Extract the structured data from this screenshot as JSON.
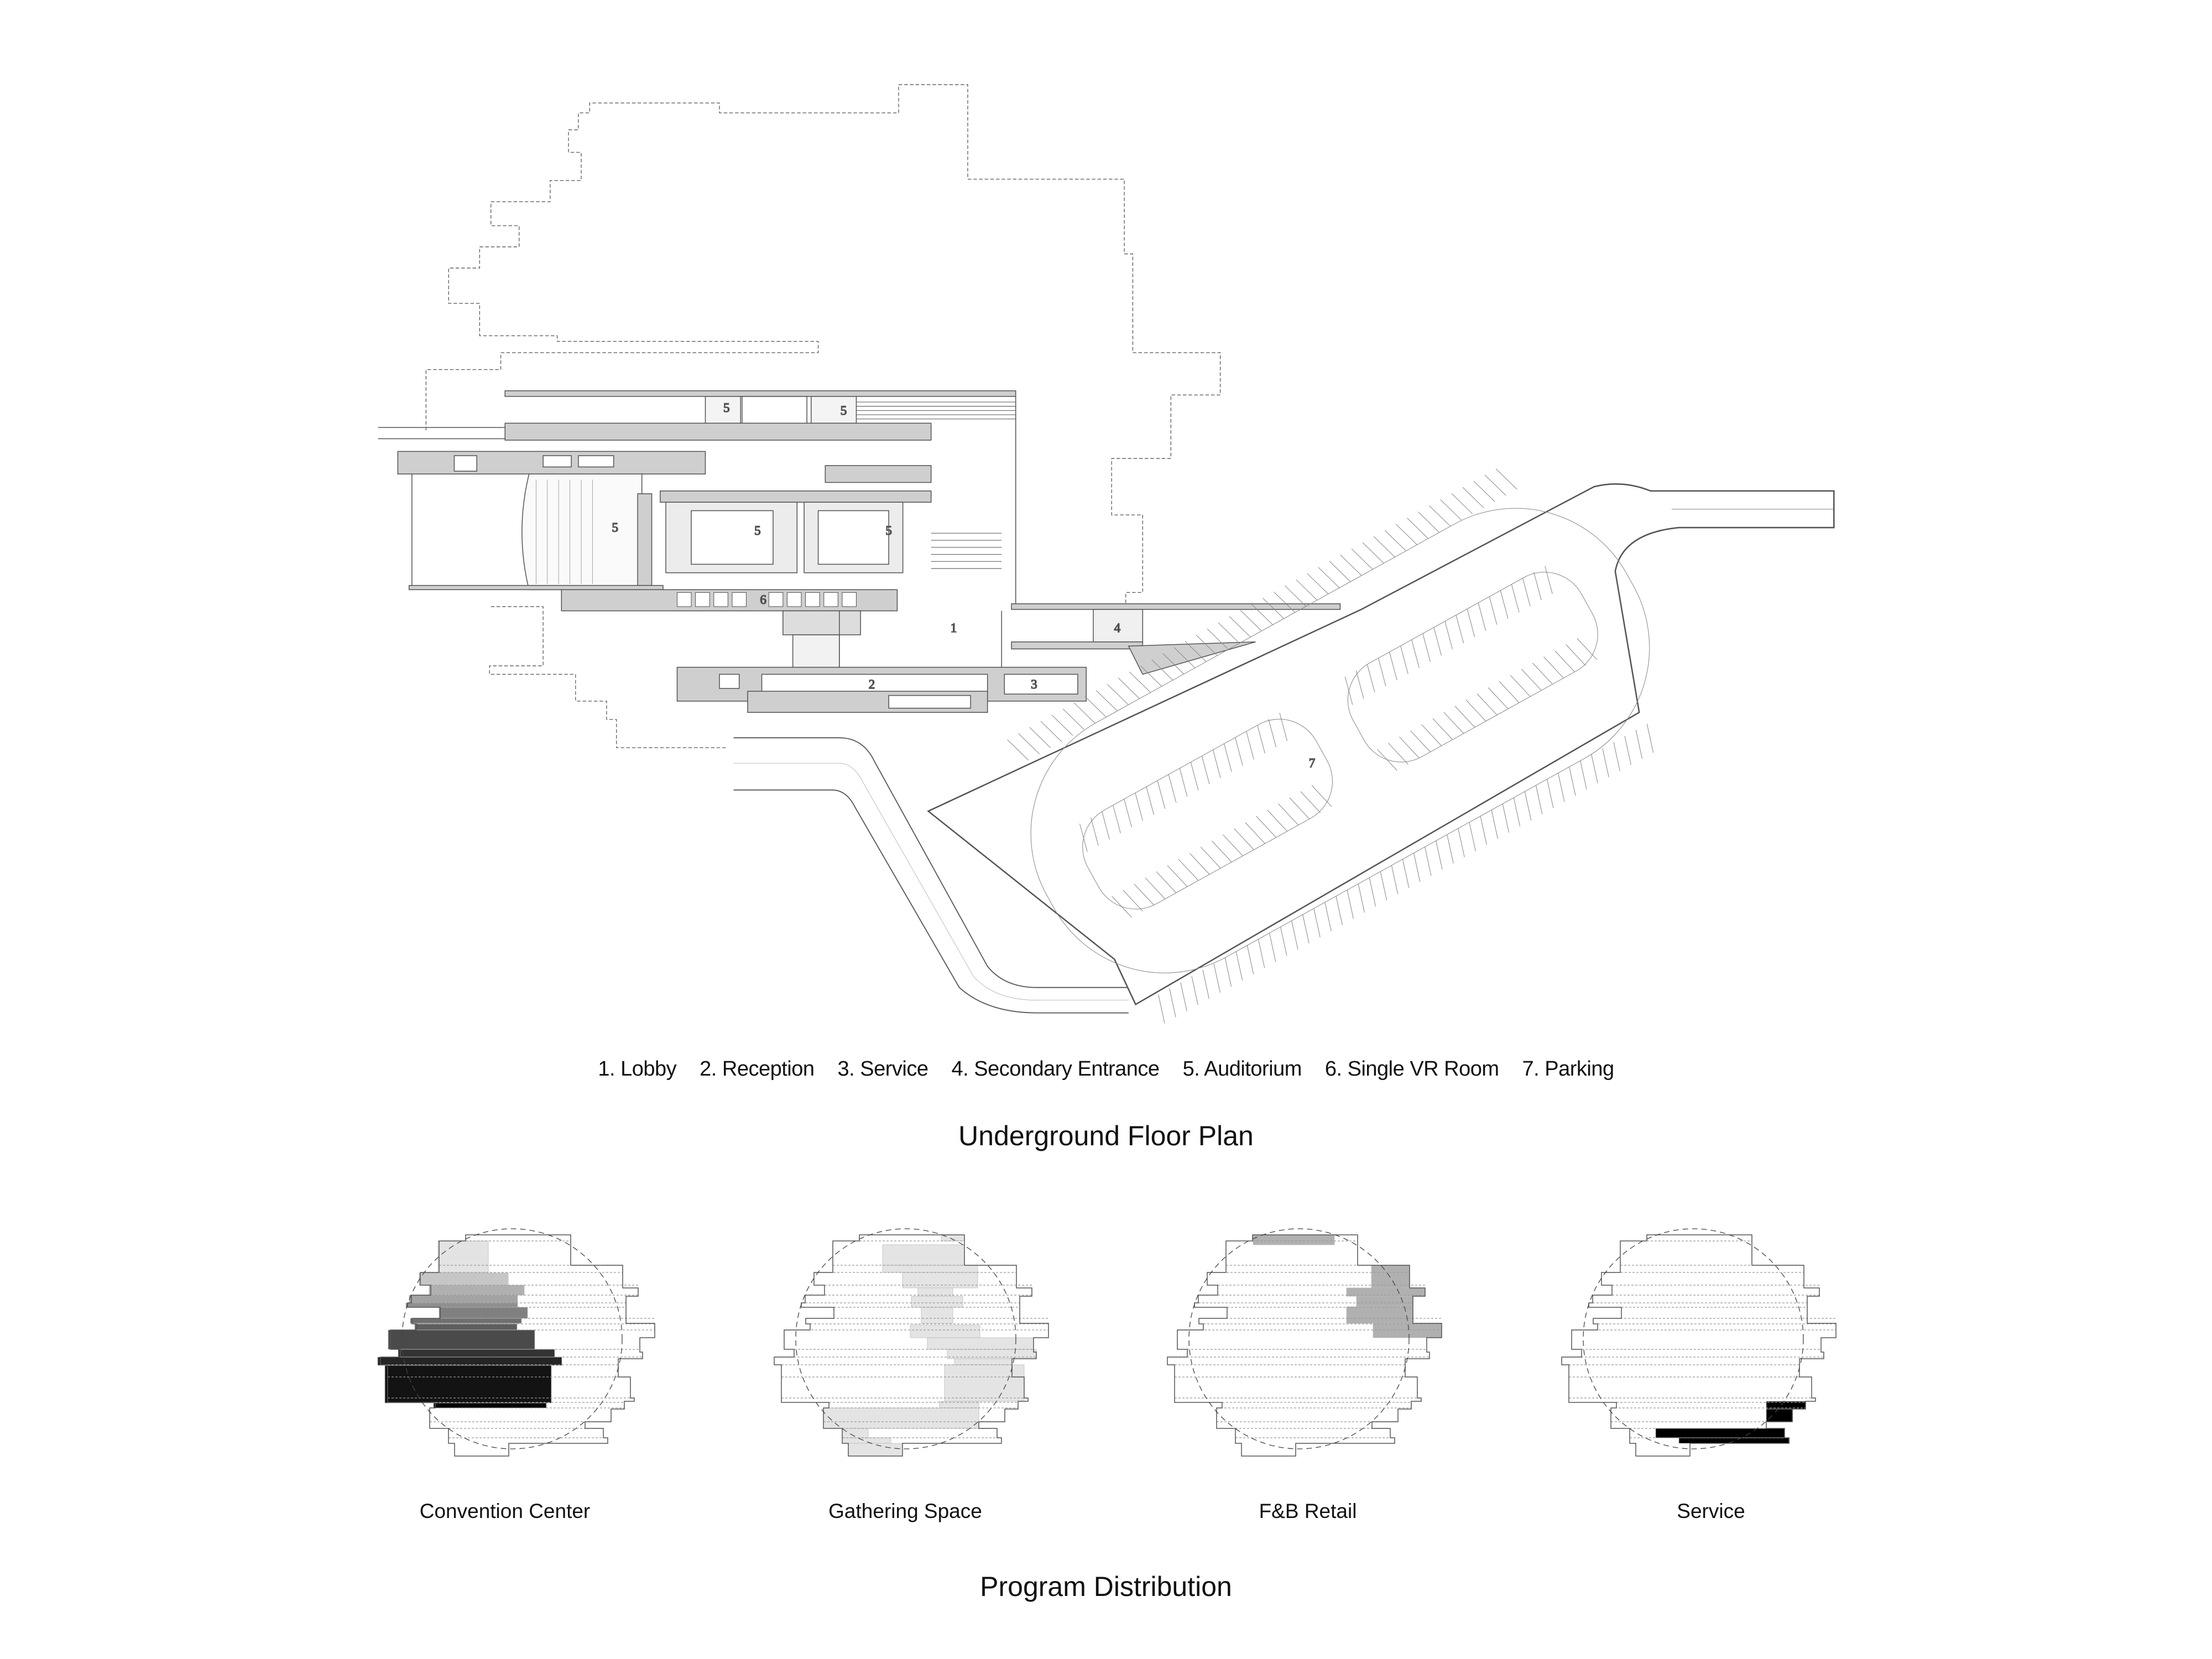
{
  "plan": {
    "title": "Underground Floor Plan",
    "legend": [
      "1. Lobby",
      "2. Reception",
      "3. Service",
      "4. Secondary Entrance",
      "5. Auditorium",
      "6. Single VR Room",
      "7. Parking"
    ],
    "room_labels": {
      "aud_top_a": "5",
      "aud_top_b": "5",
      "aud_left": "5",
      "aud_mid": "5",
      "aud_right": "5",
      "vr": "6",
      "lobby": "1",
      "secondary": "4",
      "reception": "2",
      "service": "3",
      "parking": "7"
    }
  },
  "program": {
    "title": "Program Distribution",
    "diagrams": [
      {
        "label": "Convention Center"
      },
      {
        "label": "Gathering Space"
      },
      {
        "label": "F&B Retail"
      },
      {
        "label": "Service"
      }
    ]
  },
  "colors": {
    "wall": "#cfcfcf",
    "line": "#555555",
    "gathering": "#e4e4e4",
    "retail": "#b0b0b0",
    "service": "#000000"
  }
}
